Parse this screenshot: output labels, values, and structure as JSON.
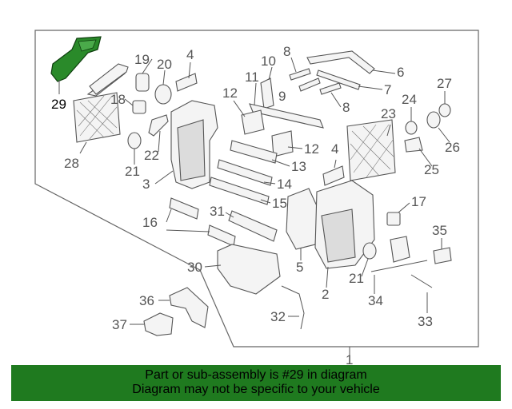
{
  "diagram": {
    "highlighted_part": "29",
    "assembly_callout": "1",
    "callouts": [
      "2",
      "3",
      "4",
      "4",
      "5",
      "6",
      "7",
      "8",
      "8",
      "9",
      "10",
      "11",
      "12",
      "12",
      "13",
      "14",
      "15",
      "16",
      "17",
      "18",
      "19",
      "20",
      "21",
      "21",
      "22",
      "23",
      "24",
      "25",
      "26",
      "27",
      "28",
      "29",
      "30",
      "31",
      "32",
      "33",
      "34",
      "35",
      "36",
      "37"
    ],
    "highlight_color": "#2a8a2a"
  },
  "banner": {
    "line1": "Part or sub-assembly is #29 in diagram",
    "line2": "Diagram may not be specific to your vehicle",
    "background": "#1f7a1f"
  }
}
